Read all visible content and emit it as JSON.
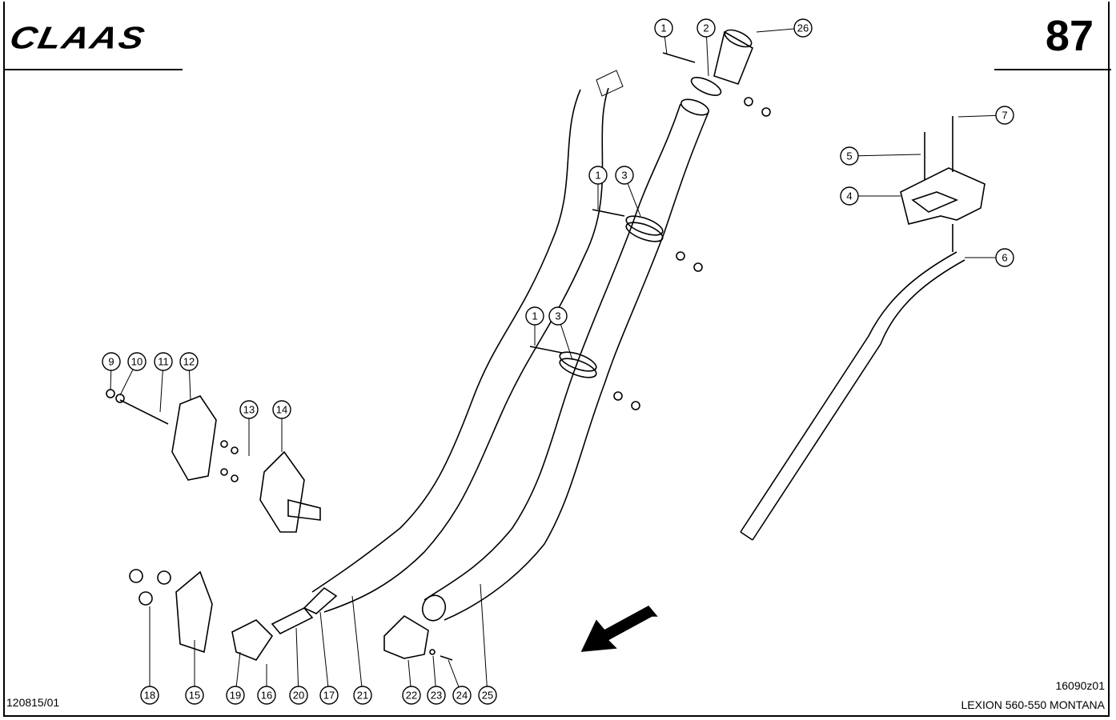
{
  "header": {
    "brand": "CLAAS",
    "page_number": "87"
  },
  "footer": {
    "drawing_ref": "120815/01",
    "figure_code": "16090z01",
    "model": "LEXION 560-550 MONTANA"
  },
  "callouts": [
    "1",
    "2",
    "26",
    "7",
    "5",
    "4",
    "6",
    "1",
    "3",
    "1",
    "3",
    "9",
    "10",
    "11",
    "12",
    "13",
    "14",
    "18",
    "15",
    "19",
    "16",
    "20",
    "17",
    "21",
    "22",
    "23",
    "24",
    "25"
  ]
}
